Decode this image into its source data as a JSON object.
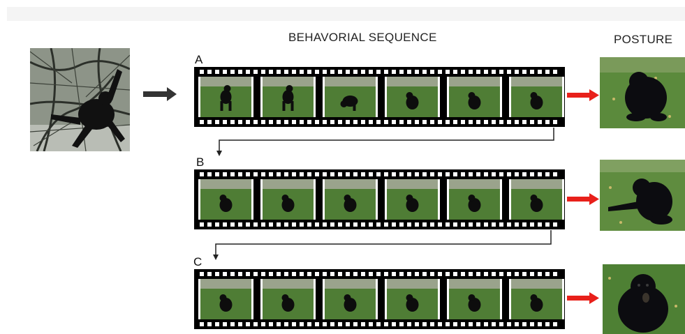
{
  "labels": {
    "sequence_title": "BEHAVORIAL SEQUENCE",
    "posture_title": "POSTURE"
  },
  "rows": [
    {
      "label": "A",
      "frames": [
        "gibbon-walking",
        "gibbon-walking",
        "gibbon-bending",
        "gibbon-sitting",
        "gibbon-sitting",
        "gibbon-sitting"
      ]
    },
    {
      "label": "B",
      "frames": [
        "gibbon-sitting",
        "gibbon-sitting",
        "gibbon-sitting",
        "gibbon-sitting",
        "gibbon-sitting",
        "gibbon-sitting"
      ]
    },
    {
      "label": "C",
      "frames": [
        "gibbon-sitting",
        "gibbon-sitting",
        "gibbon-sitting",
        "gibbon-sitting",
        "gibbon-sitting",
        "gibbon-sitting"
      ]
    }
  ],
  "colors": {
    "grass": "#4f7d35",
    "film": "#000000",
    "posture_arrow": "#e8201a",
    "input_arrow": "#333333",
    "connector": "#222222"
  }
}
